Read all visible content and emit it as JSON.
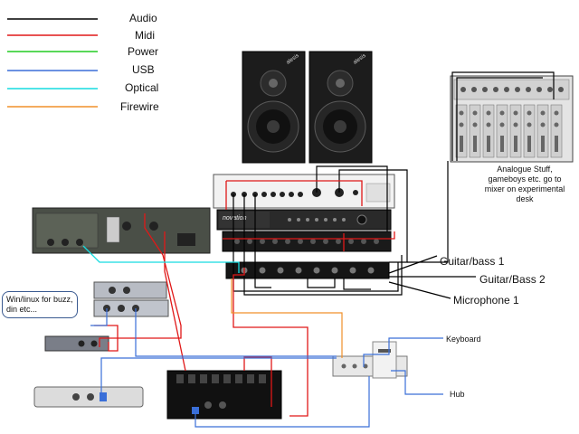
{
  "legend": [
    {
      "label": "Audio",
      "color": "#000000"
    },
    {
      "label": "Midi",
      "color": "#e01818"
    },
    {
      "label": "Power",
      "color": "#22cc22"
    },
    {
      "label": "USB",
      "color": "#3a6fd8"
    },
    {
      "label": "Optical",
      "color": "#16dce0"
    },
    {
      "label": "Firewire",
      "color": "#f0902a"
    }
  ],
  "labels": {
    "guitar1": "Guitar/bass 1",
    "guitar2": "Guitar/Bass 2",
    "mic1": "Microphone 1",
    "keyboard": "Keyboard",
    "hub": "Hub",
    "analogue_note": "Analogue Stuff, gameboys etc. go to mixer on experimental desk",
    "pc_callout": "Win/linux for buzz, din etc..."
  },
  "device_text": {
    "speaker_brand": "alesis",
    "keyboard_brand": "novation"
  }
}
